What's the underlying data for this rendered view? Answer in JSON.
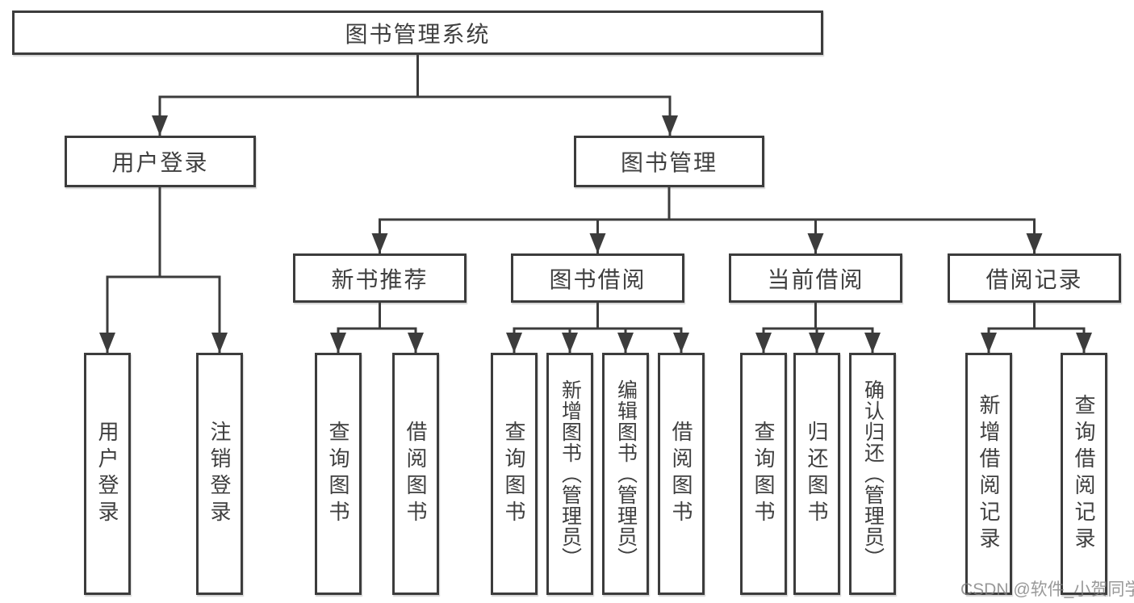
{
  "tree": {
    "label": "图书管理系统",
    "children": [
      {
        "label": "用户登录",
        "children": [
          {
            "label": "用户登录"
          },
          {
            "label": "注销登录"
          }
        ]
      },
      {
        "label": "图书管理",
        "children": [
          {
            "label": "新书推荐",
            "children": [
              {
                "label": "查询图书"
              },
              {
                "label": "借阅图书"
              }
            ]
          },
          {
            "label": "图书借阅",
            "children": [
              {
                "label": "查询图书"
              },
              {
                "label": "新增图书（管理员）"
              },
              {
                "label": "编辑图书（管理员）"
              },
              {
                "label": "借阅图书"
              }
            ]
          },
          {
            "label": "当前借阅",
            "children": [
              {
                "label": "查询图书"
              },
              {
                "label": "归还图书"
              },
              {
                "label": "确认归还（管理员）"
              }
            ]
          },
          {
            "label": "借阅记录",
            "children": [
              {
                "label": "新增借阅记录"
              },
              {
                "label": "查询借阅记录"
              }
            ]
          }
        ]
      }
    ]
  },
  "watermark": {
    "text": "CSDN @软件_小贺同学"
  },
  "colors": {
    "background": "#ffffff",
    "line": "#3c3c3c",
    "box_border": "#3c3c3c",
    "box_fill": "#ffffff",
    "text": "#3f3f3f",
    "watermark": "#9b9b9b"
  }
}
